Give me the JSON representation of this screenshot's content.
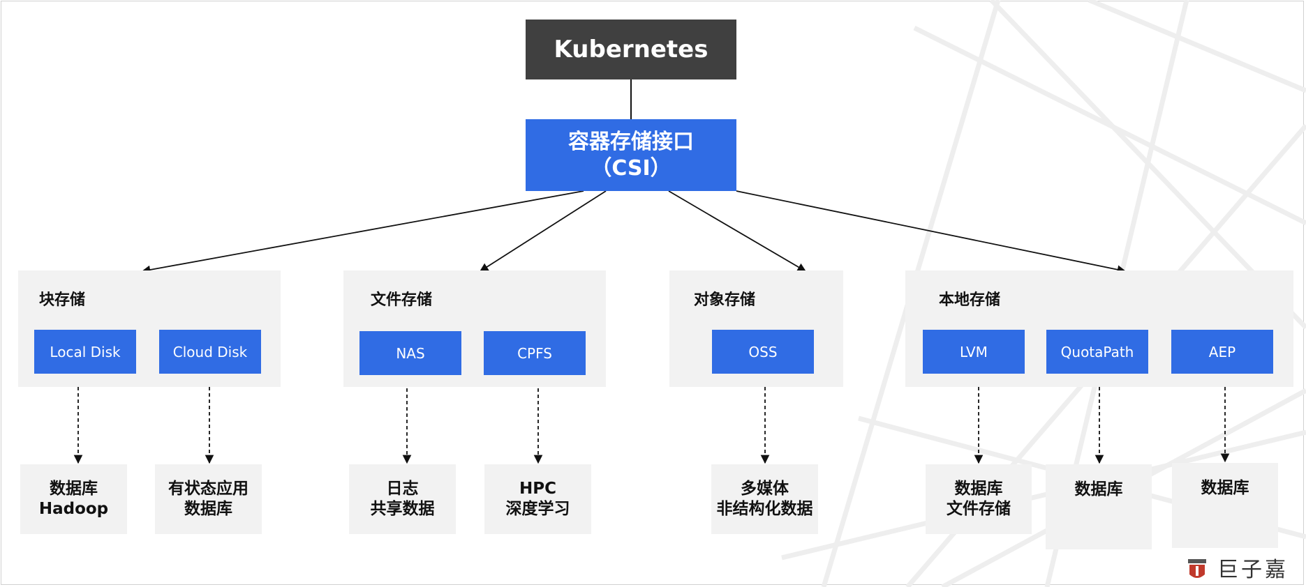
{
  "top": {
    "label": "Kubernetes"
  },
  "csi": {
    "line1": "容器存储接口",
    "line2": "（CSI）"
  },
  "groups": [
    {
      "title": "块存储",
      "items": [
        "Local Disk",
        "Cloud Disk"
      ],
      "uses": [
        [
          "数据库",
          "Hadoop"
        ],
        [
          "有状态应用",
          "数据库"
        ]
      ]
    },
    {
      "title": "文件存储",
      "items": [
        "NAS",
        "CPFS"
      ],
      "uses": [
        [
          "日志",
          "共享数据"
        ],
        [
          "HPC",
          "深度学习"
        ]
      ]
    },
    {
      "title": "对象存储",
      "items": [
        "OSS"
      ],
      "uses": [
        [
          "多媒体",
          "非结构化数据"
        ]
      ]
    },
    {
      "title": "本地存储",
      "items": [
        "LVM",
        "QuotaPath",
        "AEP"
      ],
      "uses": [
        [
          "数据库",
          "文件存储"
        ],
        [
          "数据库"
        ],
        [
          "数据库"
        ]
      ]
    }
  ],
  "logo": {
    "text": "巨子嘉",
    "accent": "#c0392b"
  },
  "colors": {
    "blue": "#306ce4",
    "dark": "#404040",
    "panel": "#f2f2f2"
  }
}
